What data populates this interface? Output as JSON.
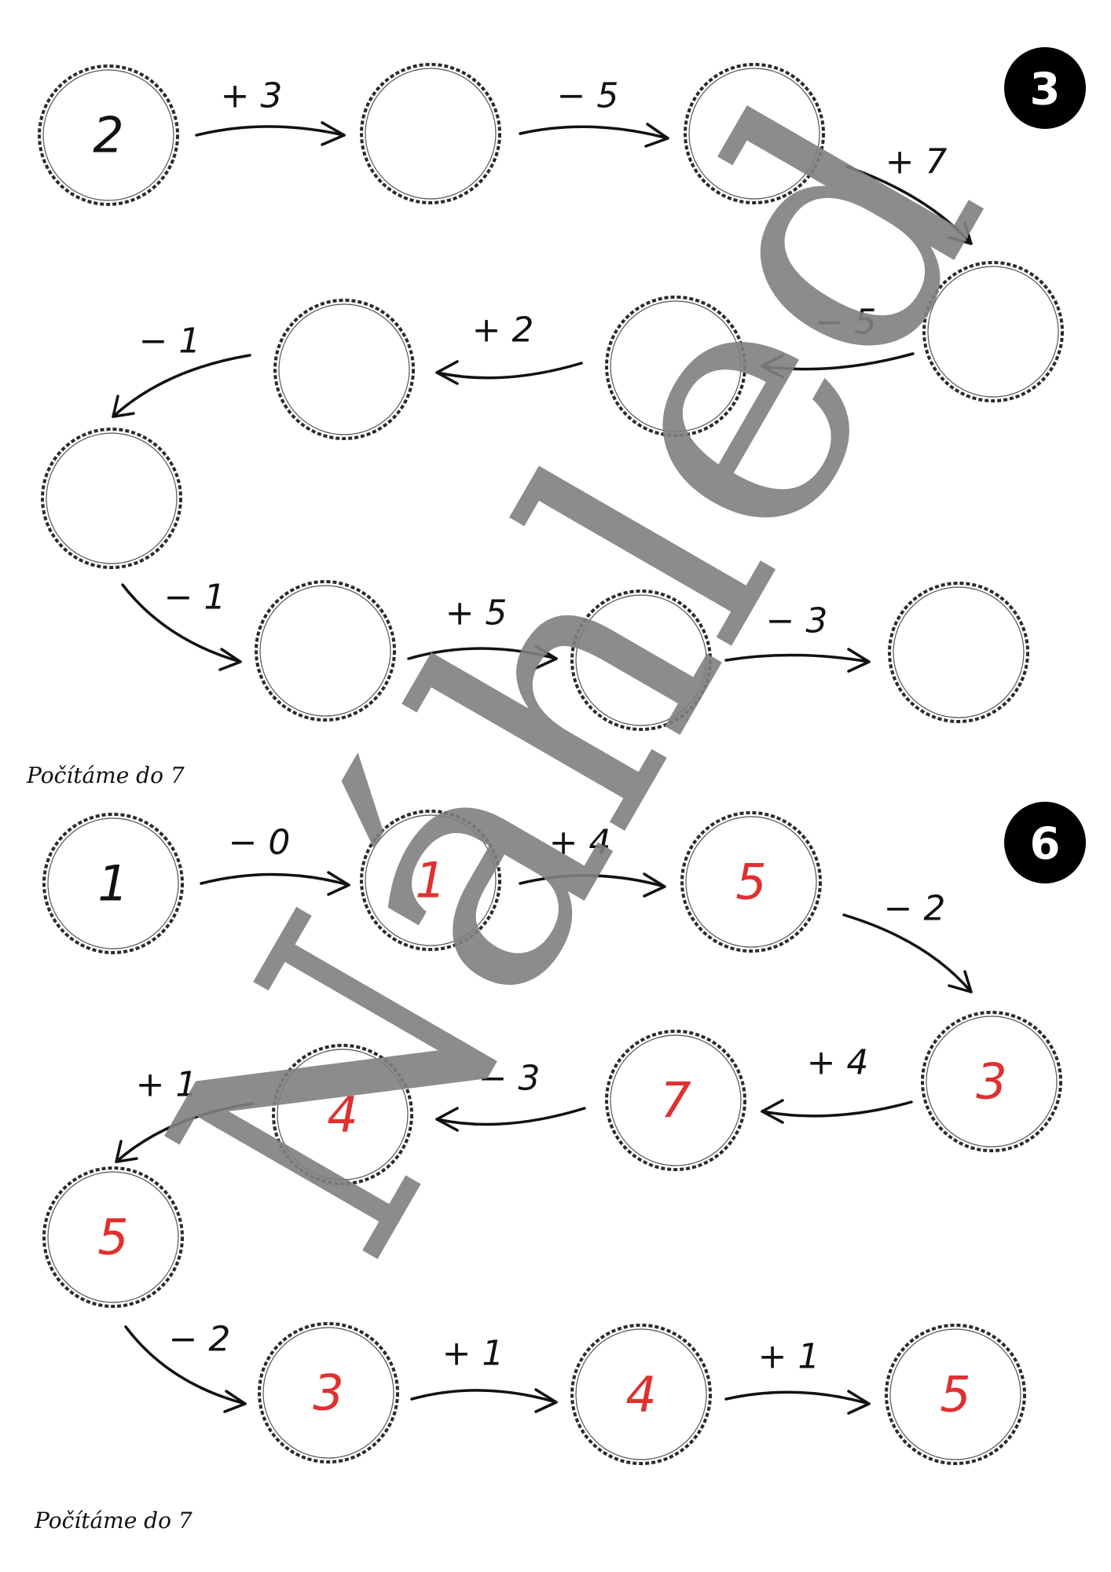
{
  "puzzles": [
    {
      "badge": "3",
      "footer": "Počítáme do 7",
      "nodes": [
        {
          "value": "2",
          "color": "#111111"
        },
        {
          "value": "",
          "color": "#111111"
        },
        {
          "value": "",
          "color": "#111111"
        },
        {
          "value": "",
          "color": "#111111"
        },
        {
          "value": "",
          "color": "#111111"
        },
        {
          "value": "",
          "color": "#111111"
        },
        {
          "value": "",
          "color": "#111111"
        },
        {
          "value": "",
          "color": "#111111"
        },
        {
          "value": "",
          "color": "#111111"
        },
        {
          "value": "",
          "color": "#111111"
        }
      ],
      "ops": [
        "+ 3",
        "− 5",
        "+ 7",
        "− 5",
        "+ 2",
        "− 1",
        "− 1",
        "+ 5",
        "− 3"
      ]
    },
    {
      "badge": "6",
      "footer": "Počítáme do 7",
      "nodes": [
        {
          "value": "1",
          "color": "#111111"
        },
        {
          "value": "1",
          "color": "#e03030"
        },
        {
          "value": "5",
          "color": "#e03030"
        },
        {
          "value": "3",
          "color": "#e03030"
        },
        {
          "value": "7",
          "color": "#e03030"
        },
        {
          "value": "4",
          "color": "#e03030"
        },
        {
          "value": "5",
          "color": "#e03030"
        },
        {
          "value": "3",
          "color": "#e03030"
        },
        {
          "value": "4",
          "color": "#e03030"
        },
        {
          "value": "5",
          "color": "#e03030"
        }
      ],
      "ops": [
        "− 0",
        "+ 4",
        "− 2",
        "+ 4",
        "− 3",
        "+ 1",
        "− 2",
        "+ 1",
        "+ 1"
      ]
    }
  ],
  "watermark": "Náhled"
}
